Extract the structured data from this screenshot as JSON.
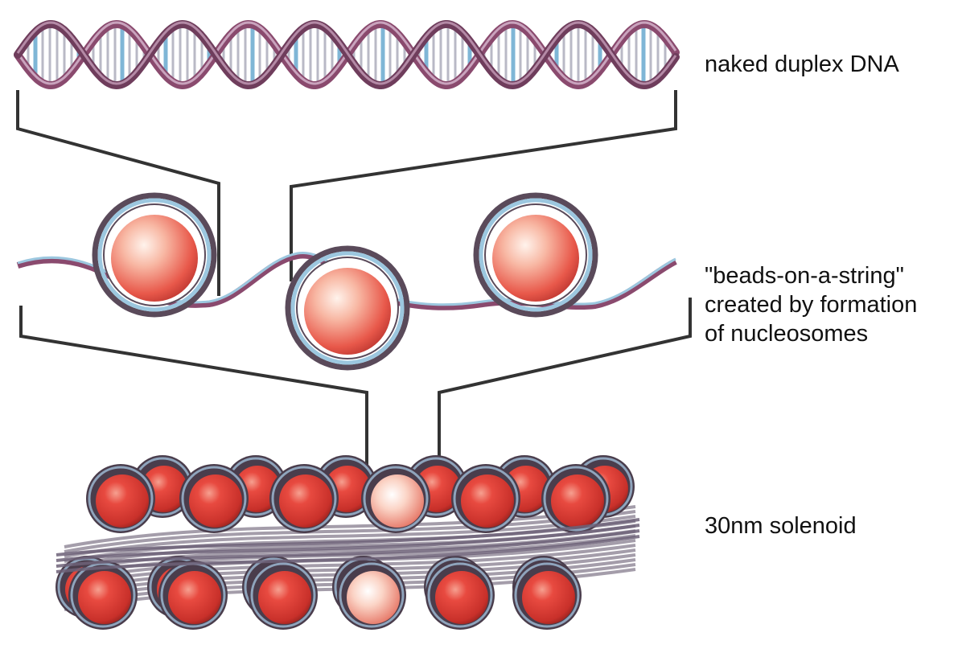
{
  "labels": {
    "naked_dna": "naked duplex DNA",
    "beads_line1": "\"beads-on-a-string\"",
    "beads_line2": "created by formation",
    "beads_line3": "of nucleosomes",
    "solenoid": "30nm solenoid"
  },
  "colors": {
    "dna_backbone": "#8a4a6e",
    "dna_strand_blue": "#7fb6d6",
    "connector_line": "#333333",
    "nucleosome_core": "#e8473f",
    "nucleosome_highlight": "#ffe3d8",
    "nucleosome_ring": "#5a4a5a",
    "ring_blue": "#9cc7df"
  },
  "icons": {
    "helix": "double-helix-icon",
    "nucleosome": "histone-bead-icon"
  }
}
